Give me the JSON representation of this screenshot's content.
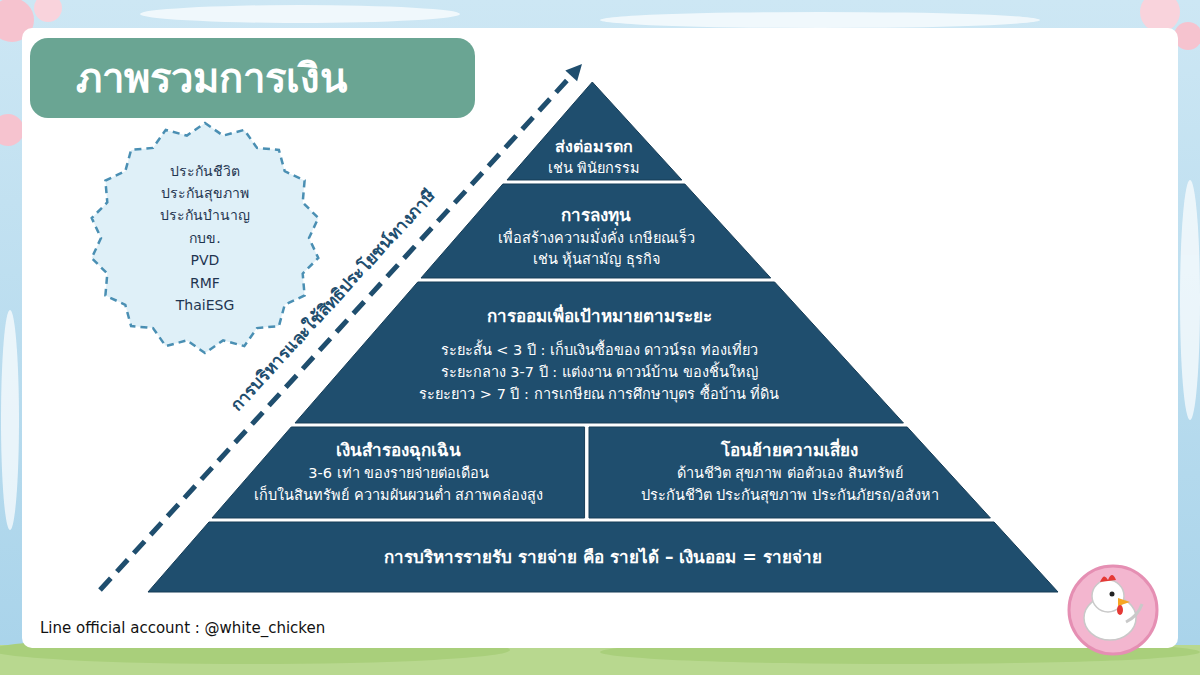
{
  "diagram": {
    "title": "ภาพรวมการเงิน",
    "nodes": [
      {
        "text": [
          "ประกันชีวิต",
          "ประกันสุขภาพ",
          "ประกันบำนาญ",
          "กบข.",
          "PVD",
          "RMF",
          "ThaiESG"
        ]
      },
      {
        "text": [
          "ส่งต่อมรดก",
          "เช่น พินัยกรรม"
        ]
      },
      {
        "text": [
          "การลงทุน",
          "เพื่อสร้างความมั่งคั่ง เกษียณเร็ว",
          "เช่น หุ้นสามัญ ธุรกิจ"
        ]
      },
      {
        "text": [
          "การออมเพื่อเป้าหมายตามระยะ",
          "ระยะสั้น < 3 ปี : เก็บเงินซื้อของ ดาวน์รถ ท่องเที่ยว",
          "ระยะกลาง 3-7 ปี : แต่งงาน ดาวน์บ้าน ของชิ้นใหญ่",
          "ระยะยาว > 7 ปี : การเกษียณ การศึกษาบุตร ซื้อบ้าน ที่ดิน"
        ]
      },
      {
        "text": [
          "เงินสำรองฉุกเฉิน",
          "3-6 เท่า ของรายจ่ายต่อเดือน",
          "เก็บในสินทรัพย์ ความผันผวนต่ำ สภาพคล่องสูง"
        ]
      },
      {
        "text": [
          "โอนย้ายความเสี่ยง",
          "ด้านชีวิต สุขภาพ ต่อตัวเอง สินทรัพย์",
          "ประกันชีวิต ประกันสุขภาพ ประกันภัยรถ/อสังหา"
        ]
      },
      {
        "text": [
          "การบริหารรายรับ รายจ่าย คือ รายได้ – เงินออม = รายจ่าย"
        ]
      }
    ],
    "labels": [
      "การบริหารและใช้สิทธิประโยชน์ทางภาษี",
      "Line official account : @white_chicken"
    ]
  }
}
